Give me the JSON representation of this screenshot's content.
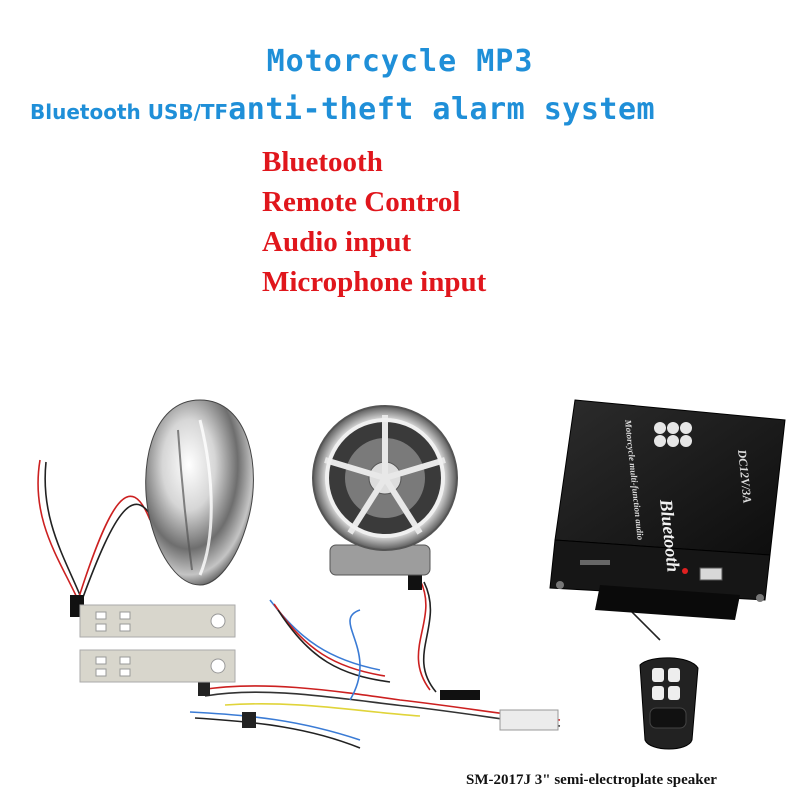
{
  "header": {
    "title": "Motorcycle MP3",
    "subtitle_prefix": "Bluetooth USB/TF",
    "subtitle_suffix": "anti-theft alarm system"
  },
  "features": [
    "Bluetooth",
    "Remote Control",
    "Audio input",
    "Microphone input"
  ],
  "device": {
    "brand": "Bluetooth",
    "model_text": "Motorcycle multi-function audio",
    "spec": "DC12V/3A"
  },
  "caption": "SM-2017J 3\" semi-electroplate speaker",
  "colors": {
    "title_blue": "#1f8fd8",
    "feature_red": "#e0161c",
    "chrome": "#c9c9c9",
    "device_black": "#1a1a1a"
  }
}
